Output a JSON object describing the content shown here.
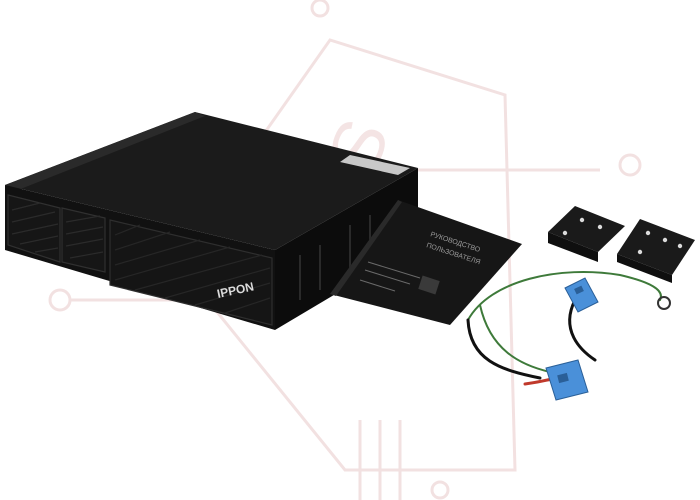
{
  "image": {
    "subject": "UPS in rack-mount case with accessories",
    "brand_logo_text": "IPPON",
    "watermark_text": "KNS",
    "manual_title_lines": [
      "РУКОВОДСТВО",
      "ПОЛЬЗОВАТЕЛЯ"
    ],
    "colors": {
      "background": "#ffffff",
      "ups_body": "#121212",
      "ups_top": "#1b1b1b",
      "manual": "#151515",
      "bracket": "#1c1c1c",
      "connector": "#4a90d9",
      "wire_green": "#3e7a3a",
      "wire_red": "#c0392b",
      "wire_black": "#111111",
      "watermark": "#e9c9c9"
    }
  }
}
